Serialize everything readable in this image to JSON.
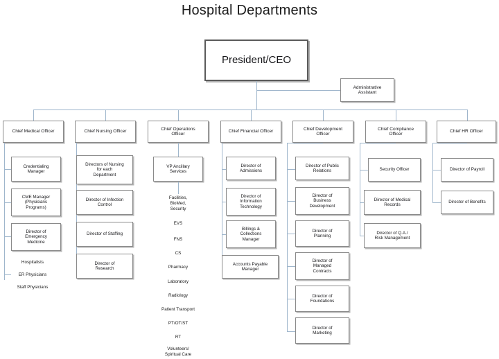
{
  "title": "Hospital Departments",
  "root": {
    "label": "President/CEO"
  },
  "aide": {
    "label": "Administrative\nAssistant"
  },
  "columns": [
    {
      "head": "Chief Medical Officer",
      "boxes": [
        "Credentialing\nManager",
        "CME Manager\n(Physicians\nPrograms)",
        "Director of\nEmergency\nMedicine"
      ],
      "leaves": [
        "Hospitalists",
        "ER Physicians",
        "Staff Physicians"
      ]
    },
    {
      "head": "Chief Nursing Officer",
      "boxes": [
        "Directors of Nursing\nfor each\nDepartment",
        "Director of Infection\nControl",
        "Director of Staffing",
        "Director of\nResearch"
      ],
      "leaves": []
    },
    {
      "head": "Chief Operations\nOfficer",
      "boxes": [
        "VP Ancillary\nServices"
      ],
      "leaves": [
        "Facilities,\nBioMed,\nSecurity",
        "EVS",
        "FNS",
        "CS",
        "Pharmacy",
        "Laboratory",
        "Radiology",
        "Patient Transport",
        "PT/OT/ST",
        "RT",
        "Volunteers/\nSpiritual Care"
      ]
    },
    {
      "head": "Chief Financial Officer",
      "boxes": [
        "Director of\nAdmissions",
        "Director of\nInformation\nTechnology",
        "Billings &\nCollections\nManager",
        "Accounts Payable\nManager"
      ],
      "leaves": []
    },
    {
      "head": "Chief Development\nOfficer",
      "boxes": [
        "Director of Public\nRelations",
        "Director of\nBusiness\nDevelopment",
        "Director of\nPlanning",
        "Director of\nManaged\nContracts",
        "Director of\nFoundations",
        "Director of\nMarketing"
      ],
      "leaves": []
    },
    {
      "head": "Chief Compliance\nOfficer",
      "boxes": [
        "Security Officer",
        "Director of Medical\nRecords",
        "Director of Q.A./\nRisk Management"
      ],
      "leaves": []
    },
    {
      "head": "Chief HR Officer",
      "boxes": [
        "Director of Payroll",
        "Director of Benefits"
      ],
      "leaves": []
    }
  ],
  "colors": {
    "box_border": "#8a8a8a",
    "root_border": "#5a5a5a",
    "connector": "#9fb6cc",
    "text": "#17171a",
    "background": "#ffffff"
  }
}
